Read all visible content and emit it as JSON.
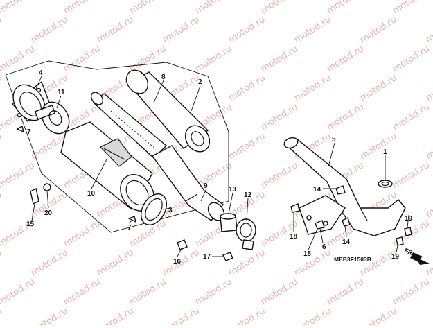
{
  "diagram": {
    "code": "MEB3F1503B",
    "direction_label": "FR.",
    "watermark_text": "motod.ru",
    "callouts": [
      "1",
      "2",
      "3",
      "4",
      "5",
      "6",
      "7",
      "7",
      "8",
      "9",
      "10",
      "11",
      "12",
      "13",
      "14",
      "14",
      "15",
      "16",
      "17",
      "18",
      "18",
      "19",
      "19",
      "20"
    ]
  },
  "colors": {
    "watermark": "#e4b3b3",
    "line": "#111111",
    "background": "#ffffff"
  }
}
